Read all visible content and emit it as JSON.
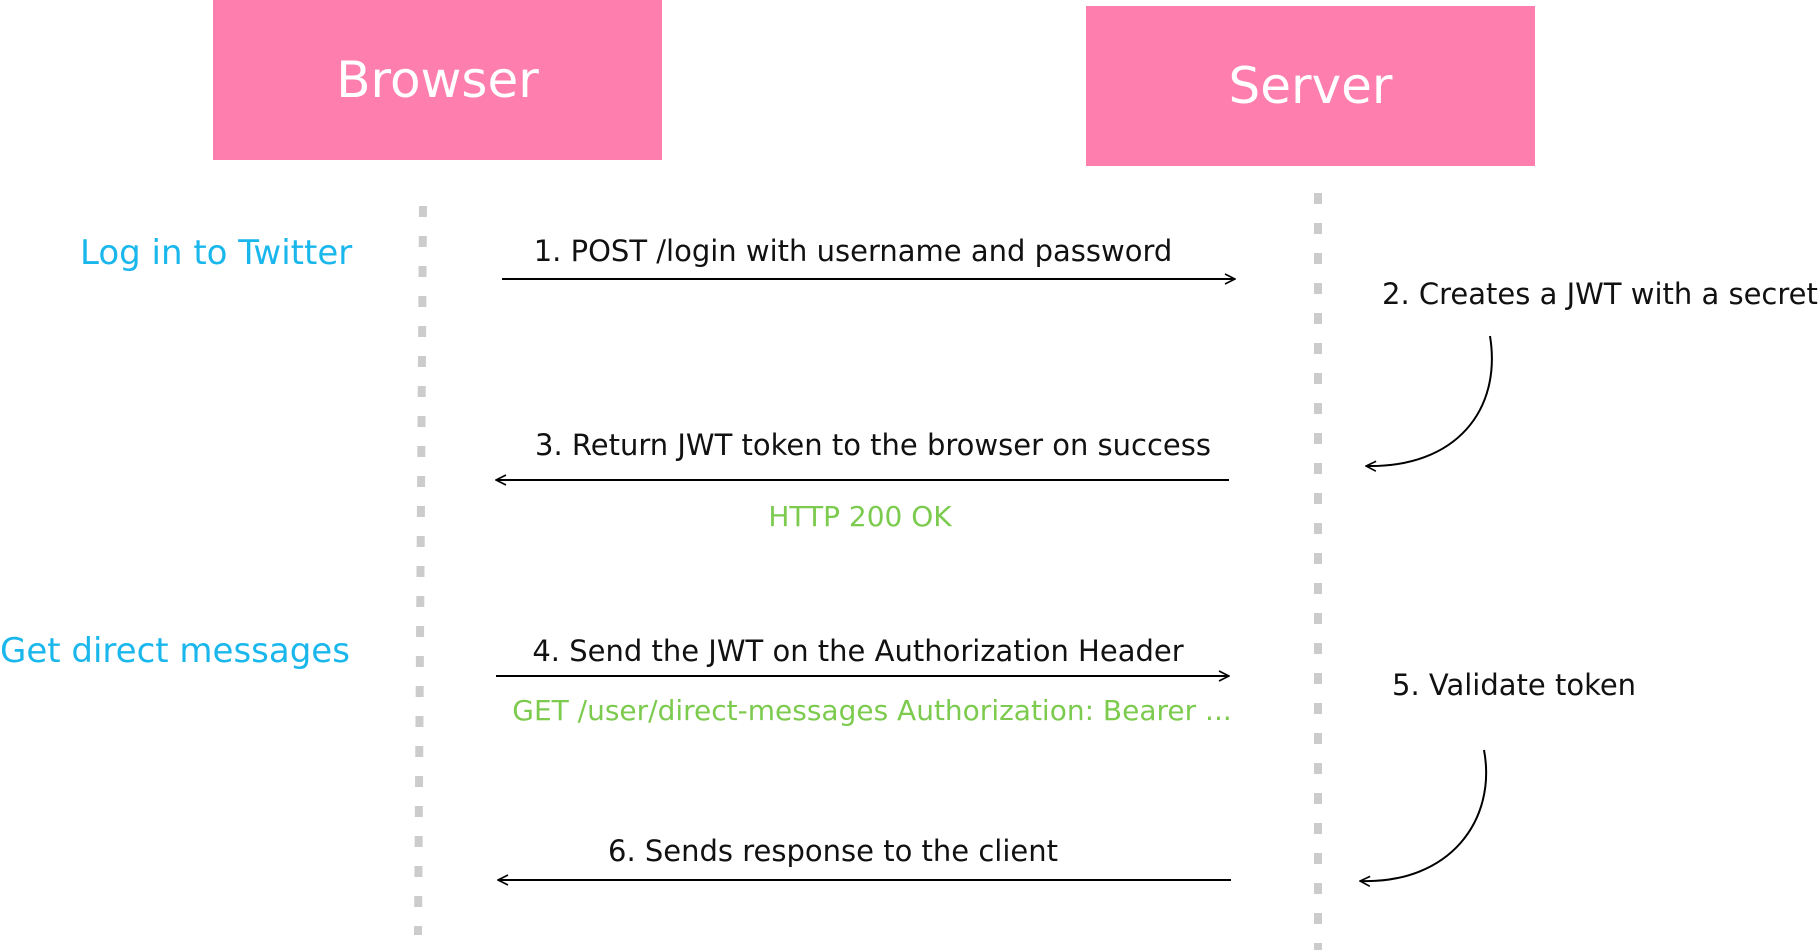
{
  "actors": {
    "browser": "Browser",
    "server": "Server"
  },
  "sections": {
    "login": "Log in to Twitter",
    "messages": "Get direct messages"
  },
  "steps": {
    "s1": "1. POST /login with username and password",
    "s2": "2. Creates a JWT with a secret",
    "s3": "3. Return JWT token to the browser on success",
    "s4": "4. Send the JWT on the Authorization Header",
    "s5": "5. Validate token",
    "s6": "6. Sends response to the client"
  },
  "http": {
    "ok": "HTTP 200 OK",
    "get": "GET /user/direct-messages Authorization: Bearer ..."
  },
  "colors": {
    "actor_fill": "#fe7ead",
    "section_text": "#1ab7ec",
    "http_text": "#7ccb4f",
    "lifeline": "#cccccc"
  }
}
